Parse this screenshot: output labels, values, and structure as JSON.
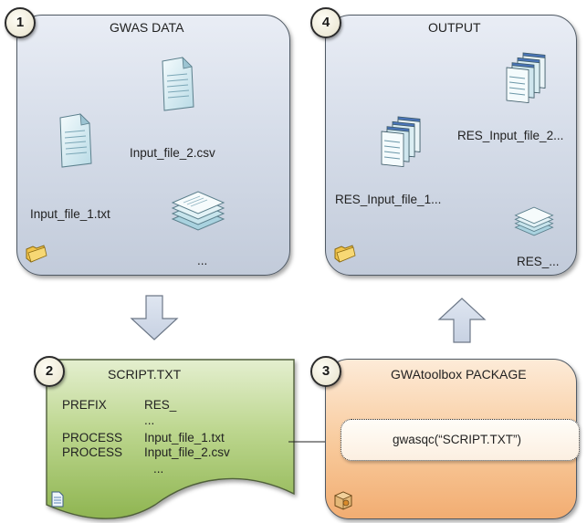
{
  "panels": {
    "gwas": {
      "number": "1",
      "title": "GWAS DATA",
      "files": [
        "Input_file_1.txt",
        "Input_file_2.csv",
        "..."
      ]
    },
    "script": {
      "number": "2",
      "title": "SCRIPT.TXT",
      "lines": [
        {
          "keyword": "PREFIX",
          "value": "RES_"
        },
        {
          "keyword": "",
          "value": "..."
        },
        {
          "keyword": "PROCESS",
          "value": "Input_file_1.txt"
        },
        {
          "keyword": "PROCESS",
          "value": "Input_file_2.csv"
        },
        {
          "keyword": "",
          "value": "..."
        }
      ]
    },
    "package": {
      "number": "3",
      "title": "GWAtoolbox PACKAGE",
      "command": "gwasqc(“SCRIPT.TXT”)"
    },
    "output": {
      "number": "4",
      "title": "OUTPUT",
      "files": [
        "RES_Input_file_2...",
        "RES_Input_file_1...",
        "RES_..."
      ]
    }
  },
  "icons": {
    "folder": "folder-icon",
    "document": "document-icon",
    "document_stack": "document-stack-icon",
    "multi_window": "multi-window-icon",
    "package": "package-icon",
    "page": "page-icon",
    "arrow_down": "down-arrow-icon",
    "arrow_up": "up-arrow-icon"
  },
  "colors": {
    "blue_panel": "#d6dde9",
    "orange_panel": "#f8c99a",
    "green_doc": "#a8c870",
    "border": "#4f5964"
  }
}
